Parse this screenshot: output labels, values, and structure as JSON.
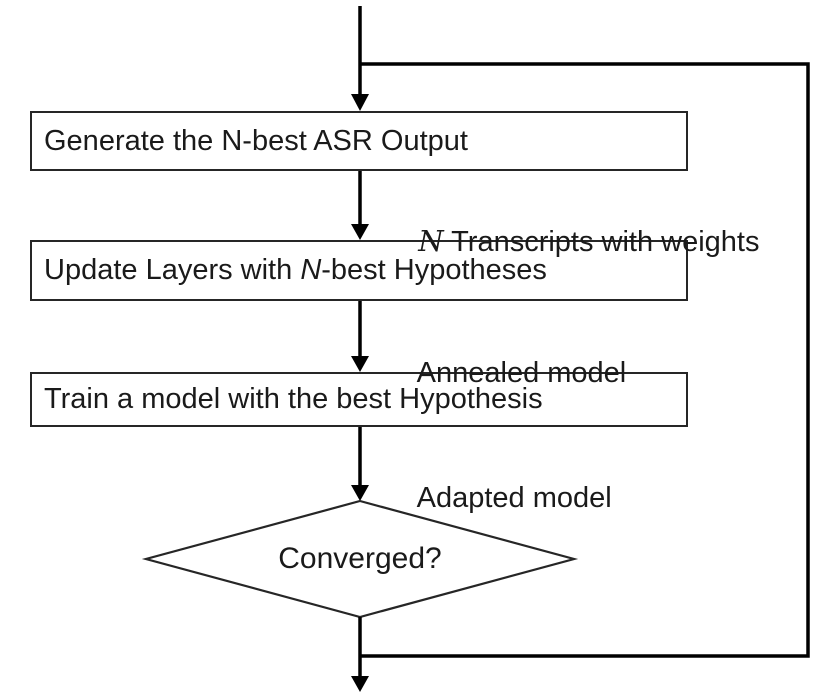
{
  "flowchart": {
    "colors": {
      "background": "#ffffff",
      "line": "#000000",
      "box_border": "#262626",
      "text": "#1a1a1a"
    },
    "boxes": [
      {
        "prefix": "Generate the N-best ASR Output",
        "italic": "",
        "suffix": ""
      },
      {
        "prefix": "Update Layers with ",
        "italic": "N",
        "suffix": "-best Hypotheses"
      },
      {
        "prefix": "Train a model with the best Hypothesis",
        "italic": "",
        "suffix": ""
      }
    ],
    "edge_labels": [
      {
        "italic": "N",
        "text": " Transcripts with weights"
      },
      {
        "italic": "",
        "text": "Annealed model"
      },
      {
        "italic": "",
        "text": "Adapted model"
      }
    ],
    "decision": {
      "label": "Converged?"
    }
  }
}
